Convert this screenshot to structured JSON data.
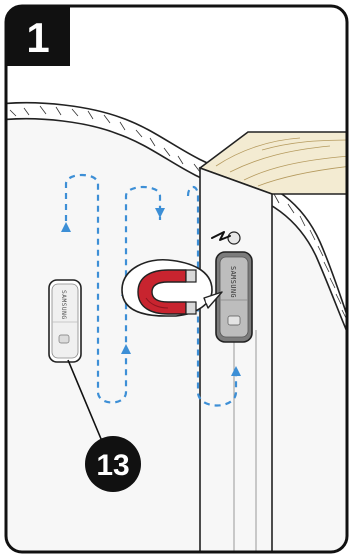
{
  "step": {
    "number": "1"
  },
  "callout": {
    "number": "13"
  },
  "sensor": {
    "brand_text": "SAMSUNG"
  },
  "colors": {
    "frame": "#111111",
    "badge_bg": "#111111",
    "badge_text": "#ffffff",
    "wall": "#f6f6f6",
    "wood": "#f3ebd2",
    "magnet_red": "#c8242f",
    "magnet_tip": "#d9d9d9",
    "path_blue": "#3d8fd6"
  },
  "icons": {
    "magnet": "magnet-icon",
    "signal": "lightning-icon"
  }
}
